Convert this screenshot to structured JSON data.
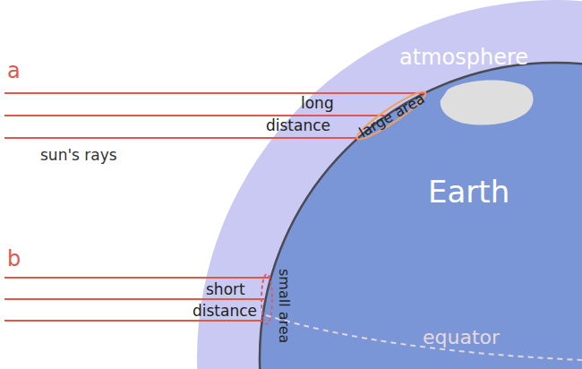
{
  "diagram": {
    "labels": [
      "a",
      "sun's rays",
      "long",
      "distance",
      "large area",
      "atmosphere",
      "Earth",
      "b",
      "short",
      "distance",
      "small area",
      "equator"
    ]
  }
}
